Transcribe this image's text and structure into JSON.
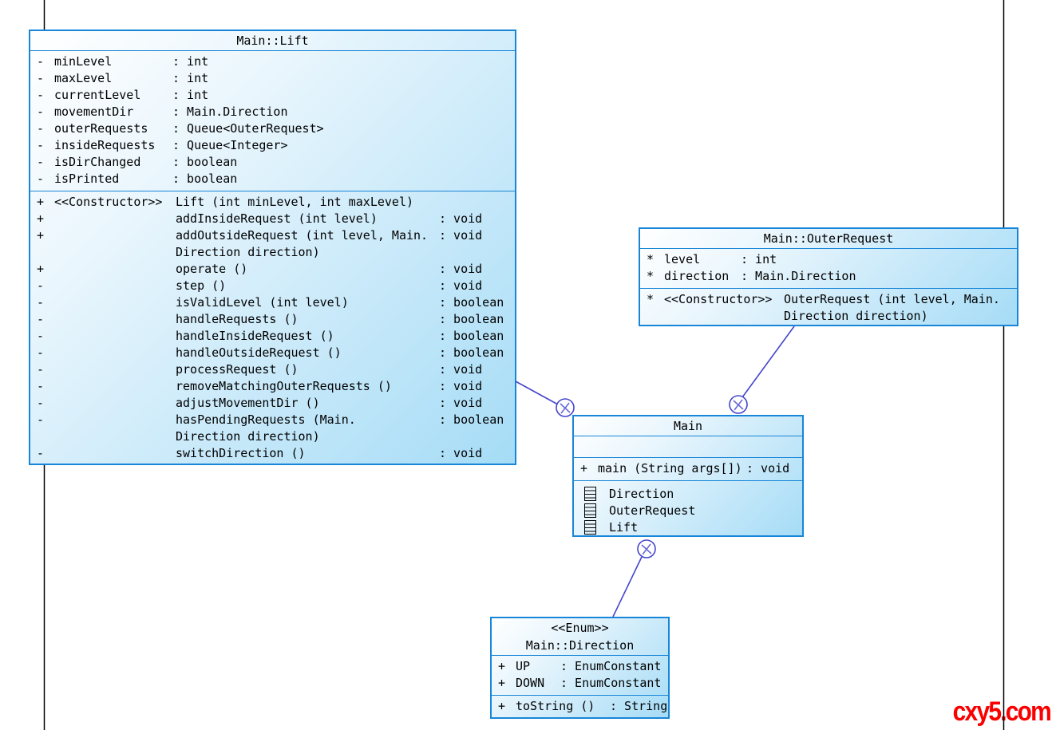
{
  "watermark": {
    "text": "cxy5.com",
    "color": "#fa0000"
  },
  "colors": {
    "box_border": "#1886d8",
    "box_fill_start": "#ffffff",
    "box_fill_end": "#a5dcf6",
    "connector": "#4545cd",
    "frame_line": "#000000",
    "text": "#000000"
  },
  "classes": {
    "lift": {
      "title": "Main::Lift",
      "attributes": [
        {
          "marker": "-",
          "name": "minLevel",
          "type": ": int"
        },
        {
          "marker": "-",
          "name": "maxLevel",
          "type": ": int"
        },
        {
          "marker": "-",
          "name": "currentLevel",
          "type": ": int"
        },
        {
          "marker": "-",
          "name": "movementDir",
          "type": ": Main.Direction"
        },
        {
          "marker": "-",
          "name": "outerRequests",
          "type": ": Queue<OuterRequest>"
        },
        {
          "marker": "-",
          "name": "insideRequests",
          "type": ": Queue<Integer>"
        },
        {
          "marker": "-",
          "name": "isDirChanged",
          "type": ": boolean"
        },
        {
          "marker": "-",
          "name": "isPrinted",
          "type": ": boolean"
        }
      ],
      "methods": [
        {
          "marker": "+",
          "stereo": "<<Constructor>>",
          "name": "Lift (int minLevel, int maxLevel)",
          "type": ""
        },
        {
          "marker": "+",
          "stereo": "",
          "name": "addInsideRequest (int level)",
          "type": ": void"
        },
        {
          "marker": "+",
          "stereo": "",
          "name": "addOutsideRequest (int level, Main.\nDirection direction)",
          "type": ": void"
        },
        {
          "marker": "+",
          "stereo": "",
          "name": "operate ()",
          "type": ": void"
        },
        {
          "marker": "-",
          "stereo": "",
          "name": "step ()",
          "type": ": void"
        },
        {
          "marker": "-",
          "stereo": "",
          "name": "isValidLevel (int level)",
          "type": ": boolean"
        },
        {
          "marker": "-",
          "stereo": "",
          "name": "handleRequests ()",
          "type": ": boolean"
        },
        {
          "marker": "-",
          "stereo": "",
          "name": "handleInsideRequest ()",
          "type": ": boolean"
        },
        {
          "marker": "-",
          "stereo": "",
          "name": "handleOutsideRequest ()",
          "type": ": boolean"
        },
        {
          "marker": "-",
          "stereo": "",
          "name": "processRequest ()",
          "type": ": void"
        },
        {
          "marker": "-",
          "stereo": "",
          "name": "removeMatchingOuterRequests ()",
          "type": ": void"
        },
        {
          "marker": "-",
          "stereo": "",
          "name": "adjustMovementDir ()",
          "type": ": void"
        },
        {
          "marker": "-",
          "stereo": "",
          "name": "hasPendingRequests (Main.\nDirection direction)",
          "type": ": boolean"
        },
        {
          "marker": "-",
          "stereo": "",
          "name": "switchDirection ()",
          "type": ": void"
        }
      ]
    },
    "outer_request": {
      "title": "Main::OuterRequest",
      "attributes": [
        {
          "marker": "*",
          "name": "level",
          "type": ": int"
        },
        {
          "marker": "*",
          "name": "direction",
          "type": ": Main.Direction"
        }
      ],
      "methods": [
        {
          "marker": "*",
          "stereo": "<<Constructor>>",
          "name": "OuterRequest (int level, Main.\nDirection direction)",
          "type": ""
        }
      ]
    },
    "main": {
      "title": "Main",
      "attributes": [],
      "methods": [
        {
          "marker": "+",
          "stereo": "",
          "name": "main (String args[])",
          "type": ": void"
        }
      ],
      "nested": [
        "Direction",
        "OuterRequest",
        "Lift"
      ]
    },
    "direction": {
      "stereotype": "<<Enum>>",
      "title": "Main::Direction",
      "attributes": [
        {
          "marker": "+",
          "name": "UP",
          "type": ": EnumConstant"
        },
        {
          "marker": "+",
          "name": "DOWN",
          "type": ": EnumConstant"
        }
      ],
      "methods": [
        {
          "marker": "+",
          "stereo": "",
          "name": "toString ()",
          "type": ": String"
        }
      ]
    }
  },
  "relations": [
    {
      "container": "Main",
      "contained": "Main::Lift",
      "type": "nesting",
      "anchor": "circled-cross"
    },
    {
      "container": "Main",
      "contained": "Main::OuterRequest",
      "type": "nesting",
      "anchor": "circled-cross"
    },
    {
      "container": "Main",
      "contained": "Main::Direction",
      "type": "nesting",
      "anchor": "circled-cross"
    }
  ]
}
